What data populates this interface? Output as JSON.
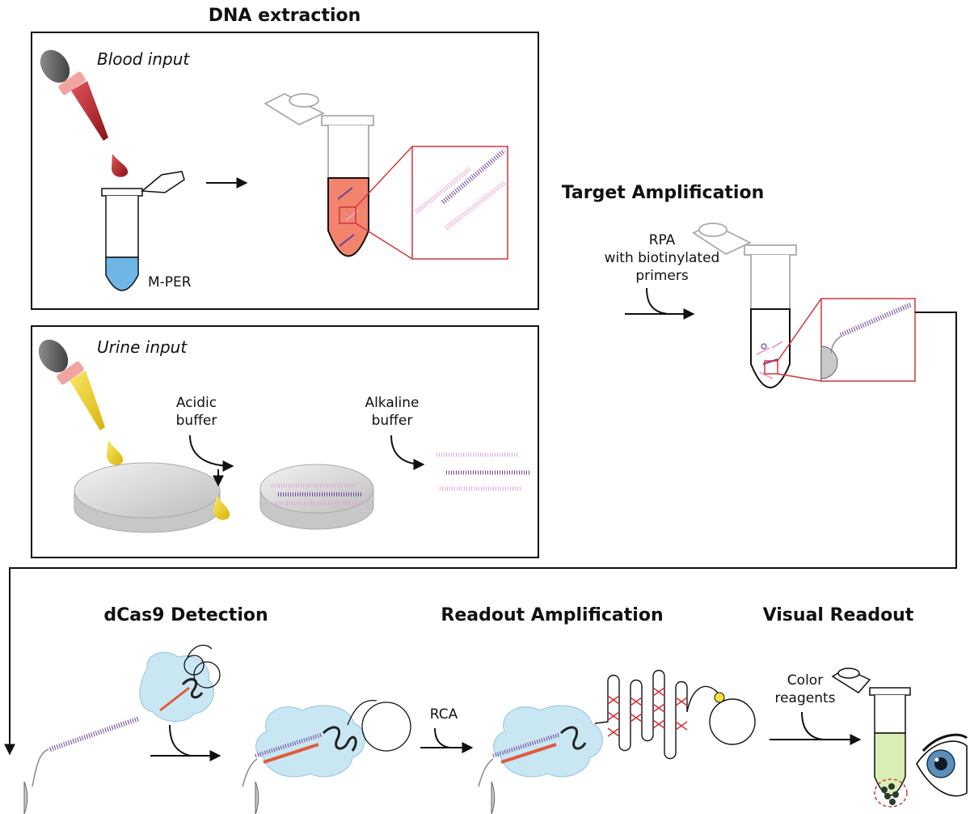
{
  "titles": {
    "dna_extraction": "DNA extraction",
    "target_amplification": "Target Amplification",
    "dcas9_detection": "dCas9 Detection",
    "readout_amplification": "Readout Amplification",
    "visual_readout": "Visual Readout"
  },
  "inputs": {
    "blood": "Blood input",
    "urine": "Urine input"
  },
  "labels": {
    "mper": "M-PER",
    "acidic_1": "Acidic",
    "acidic_2": "buffer",
    "alkaline_1": "Alkaline",
    "alkaline_2": "buffer",
    "rpa_1": "RPA",
    "rpa_2": "with biotinylated",
    "rpa_3": "primers",
    "rca": "RCA",
    "color_1": "Color",
    "color_2": "reagents"
  },
  "colors": {
    "blood": "#c0282e",
    "urine": "#f2d21b",
    "mper": "#6fb6e6",
    "lysate": "#f2846e",
    "dna_light": "#e7a6d4",
    "dna_dark": "#6a3f99",
    "zoom_box": "#d2353b",
    "protein": "#c9e6f3",
    "guide": "#e05a3c",
    "readout": "#d9efb4",
    "ink": "#111111"
  }
}
